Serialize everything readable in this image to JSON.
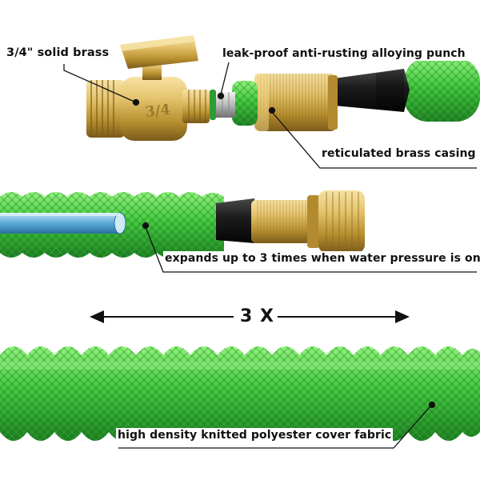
{
  "labels": {
    "solid_brass": "3/4\" solid brass",
    "leak_proof": "leak-proof anti-rusting alloying punch",
    "brass_casing": "reticulated brass casing",
    "expands": "expands up to 3 times when water pressure is on",
    "multiplier": "3 X",
    "cover_fabric": "high density knitted polyester cover fabric"
  },
  "valve_marking": "3/4",
  "colors": {
    "hose_green": "#3ec43a",
    "hose_dark_green": "#1f8f22",
    "brass": "#d9b45a",
    "brass_dark": "#9c7a2c",
    "rubber": "#1b1b1b",
    "inner_tube": "#5aa9d8",
    "callout_line": "#111111"
  }
}
